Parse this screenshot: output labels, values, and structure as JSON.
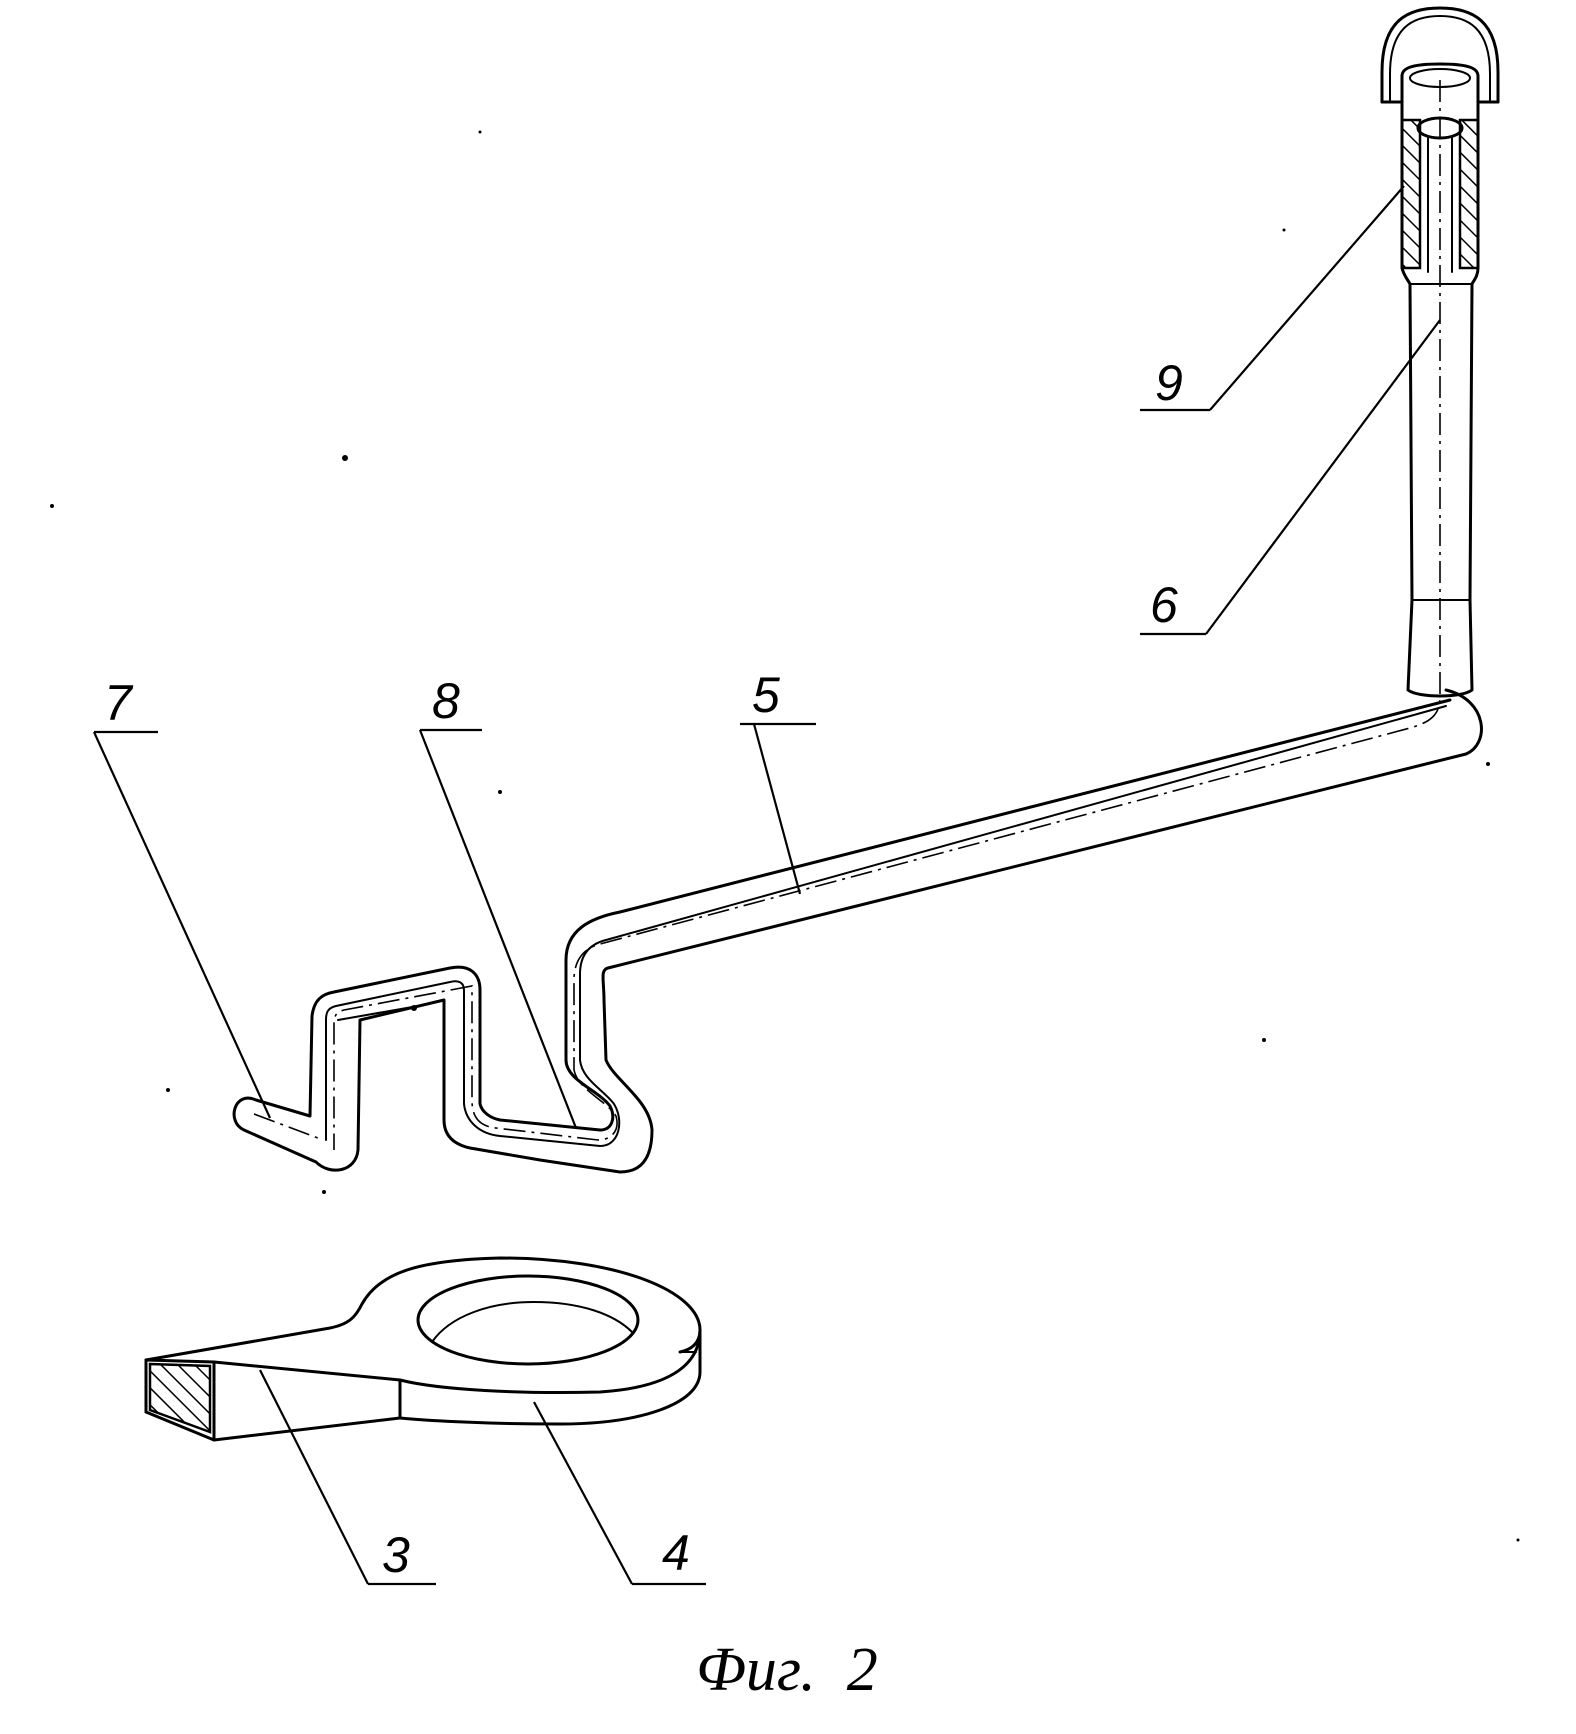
{
  "figure": {
    "caption": "Фиг.  2",
    "labels": {
      "n3": "3",
      "n4": "4",
      "n5": "5",
      "n6": "6",
      "n7": "7",
      "n8": "8",
      "n9": "9"
    }
  }
}
